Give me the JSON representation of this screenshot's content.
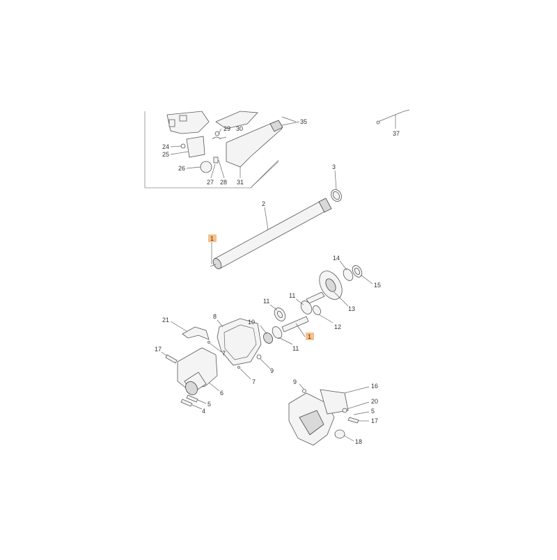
{
  "diagram": {
    "highlight_color": "#f7c089",
    "labels": {
      "l1a": "1",
      "l1b": "1",
      "l2": "2",
      "l3": "3",
      "l4": "4",
      "l5a": "5",
      "l5b": "5",
      "l6": "6",
      "l7a": "7",
      "l7b": "7",
      "l8": "8",
      "l9a": "9",
      "l9b": "9",
      "l10": "10",
      "l11a": "11",
      "l11b": "11",
      "l11c": "11",
      "l12": "12",
      "l13": "13",
      "l14": "14",
      "l15": "15",
      "l16": "16",
      "l17a": "17",
      "l17b": "17",
      "l18": "18",
      "l20": "20",
      "l21": "21",
      "l24": "24",
      "l25": "25",
      "l26": "26",
      "l27": "27",
      "l28": "28",
      "l29": "29",
      "l30": "30",
      "l31": "31",
      "l35": "35",
      "l37": "37"
    }
  }
}
